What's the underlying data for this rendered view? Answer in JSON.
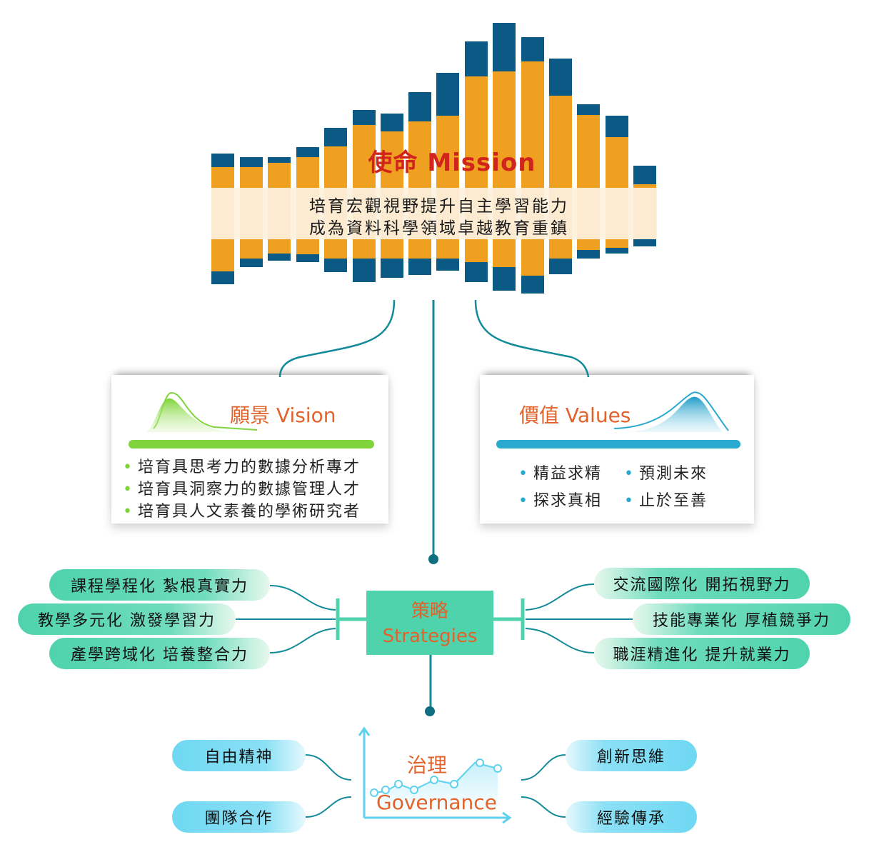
{
  "mission": {
    "title": "使命 Mission",
    "lines": [
      "培育宏觀視野提升自主學習能力",
      "成為資料科學領域卓越教育重鎮"
    ]
  },
  "vision": {
    "title": "願景 Vision",
    "items": [
      "培育具思考力的數據分析專才",
      "培育具洞察力的數據管理人才",
      "培育具人文素養的學術研究者"
    ]
  },
  "values": {
    "title": "價值 Values",
    "items": [
      "精益求精",
      "預測未來",
      "探求真相",
      "止於至善"
    ]
  },
  "strategies": {
    "title_zh": "策略",
    "title_en": "Strategies",
    "left": [
      "課程學程化  紮根真實力",
      "教學多元化  激發學習力",
      "產學跨域化  培養整合力"
    ],
    "right": [
      "交流國際化  開拓視野力",
      "技能專業化  厚植競爭力",
      "職涯精進化  提升就業力"
    ]
  },
  "governance": {
    "title_zh": "治理",
    "title_en": "Governance",
    "left": [
      "自由精神",
      "團隊合作"
    ],
    "right": [
      "創新思維",
      "經驗傳承"
    ]
  },
  "colors": {
    "orange": "#f0a020",
    "navy": "#0b5a86",
    "band": "#fdf1de",
    "teal": "#4fd3ad",
    "line_teal": "#138a99",
    "green": "#7ed43a",
    "blue": "#2aa9cf",
    "accent_text": "#e2622b",
    "mission_red": "#d0241c"
  }
}
